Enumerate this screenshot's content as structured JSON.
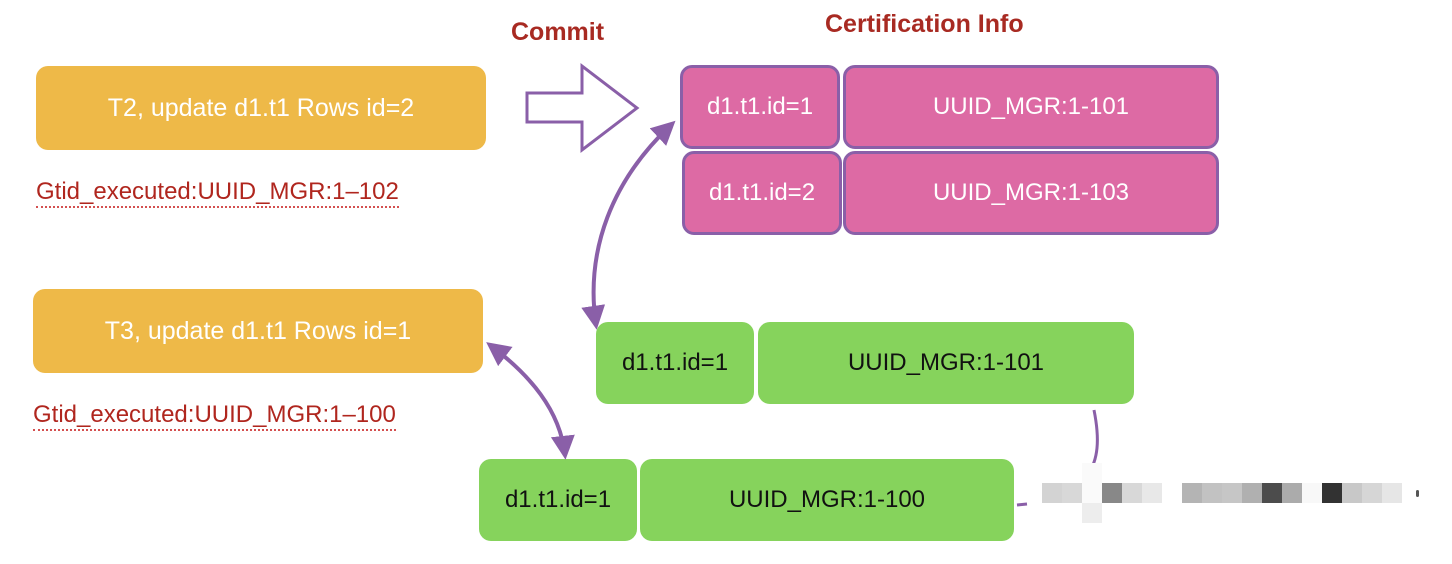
{
  "headings": {
    "commit": "Commit",
    "certification_info": "Certification Info"
  },
  "transactions": [
    {
      "label": "T2, update d1.t1 Rows id=2",
      "gtid_executed": "Gtid_executed:UUID_MGR:1–102"
    },
    {
      "label": "T3, update d1.t1 Rows id=1",
      "gtid_executed": "Gtid_executed:UUID_MGR:1–100"
    }
  ],
  "certification_info": [
    {
      "key": "d1.t1.id=1",
      "value": "UUID_MGR:1-101"
    },
    {
      "key": "d1.t1.id=2",
      "value": "UUID_MGR:1-103"
    }
  ],
  "write_set_rows": [
    {
      "key": "d1.t1.id=1",
      "value": "UUID_MGR:1-101"
    },
    {
      "key": "d1.t1.id=1",
      "value": "UUID_MGR:1-100"
    }
  ],
  "colors": {
    "transaction": "#eeb948",
    "certification": "#dd6aa4",
    "write_set": "#86d35c",
    "arrow": "#8a5fa8",
    "label_red": "#a82a22"
  }
}
